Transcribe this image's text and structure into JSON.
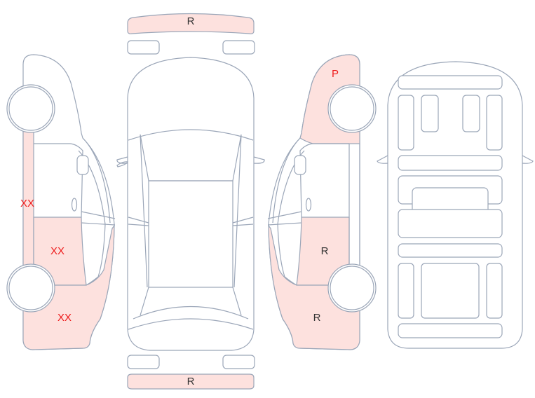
{
  "colors": {
    "damage_fill": "#fde1de",
    "outline": "#9ba6b8",
    "code_red": "#ee1b1b",
    "code_dark": "#333333"
  },
  "top_view": {
    "rear_bumper_label": "R",
    "front_bumper_label": "R"
  },
  "left_side": {
    "sill_label": "XX",
    "rear_door_label": "XX",
    "rear_quarter_label": "XX"
  },
  "right_side": {
    "front_fender_label": "P",
    "rear_door_label": "R",
    "rear_quarter_label": "R"
  }
}
